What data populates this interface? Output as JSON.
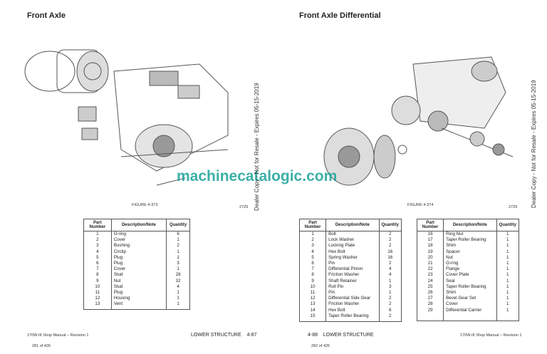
{
  "left_page": {
    "title": "Front Axle",
    "figure": "FIGURE 4-373",
    "figure_code": "2729",
    "table": {
      "headers": [
        "Part\nNumber",
        "Description/Note",
        "Quantity"
      ],
      "rows": [
        [
          "1",
          "O-ring",
          "6"
        ],
        [
          "2",
          "Cover",
          "1"
        ],
        [
          "3",
          "Bushing",
          "2"
        ],
        [
          "4",
          "Circlip",
          "1"
        ],
        [
          "5",
          "Plug",
          "1"
        ],
        [
          "6",
          "Plug",
          "3"
        ],
        [
          "7",
          "Cover",
          "1"
        ],
        [
          "8",
          "Stud",
          "28"
        ],
        [
          "9",
          "Nut",
          "32"
        ],
        [
          "10",
          "Stud",
          "4"
        ],
        [
          "11",
          "Plug",
          "1"
        ],
        [
          "12",
          "Housing",
          "1"
        ],
        [
          "13",
          "Vent",
          "1"
        ]
      ]
    },
    "footer_manual": "170W-III Shop Manual – Revision 1",
    "footer_section": "LOWER STRUCTURE    4-87",
    "footer_page": "281 of 426"
  },
  "right_page": {
    "title": "Front Axle Differential",
    "figure": "FIGURE 4-374",
    "figure_code": "2729",
    "table1": {
      "rows": [
        [
          "1",
          "Bolt",
          "2"
        ],
        [
          "2",
          "Lock Washer",
          "2"
        ],
        [
          "3",
          "Locking Plate",
          "2"
        ],
        [
          "4",
          "Hex Bolt",
          "16"
        ],
        [
          "5",
          "Spring Washer",
          "16"
        ],
        [
          "6",
          "Pin",
          "2"
        ],
        [
          "7",
          "Differential Pinion",
          "4"
        ],
        [
          "8",
          "Friction Washer",
          "4"
        ],
        [
          "9",
          "Shaft Retainer",
          "1"
        ],
        [
          "10",
          "Roll Pin",
          "3"
        ],
        [
          "11",
          "Pin",
          "1"
        ],
        [
          "12",
          "Differential Side Gear",
          "2"
        ],
        [
          "13",
          "Friction Washer",
          "2"
        ],
        [
          "14",
          "Hex Bolt",
          "8"
        ],
        [
          "15",
          "Taper Roller Bearing",
          "2"
        ]
      ]
    },
    "table2": {
      "rows": [
        [
          "16",
          "Ring Nut",
          "1"
        ],
        [
          "17",
          "Taper Roller Bearing",
          "1"
        ],
        [
          "18",
          "Shim",
          "1"
        ],
        [
          "19",
          "Spacer",
          "1"
        ],
        [
          "20",
          "Nut",
          "1"
        ],
        [
          "21",
          "O-ring",
          "1"
        ],
        [
          "22",
          "Flange",
          "1"
        ],
        [
          "23",
          "Cover Plate",
          "1"
        ],
        [
          "24",
          "Seal",
          "1"
        ],
        [
          "25",
          "Taper Roller Bearing",
          "1"
        ],
        [
          "26",
          "Shim",
          "1"
        ],
        [
          "27",
          "Bevel Gear Set",
          "1"
        ],
        [
          "28",
          "Cover",
          "1"
        ],
        [
          "29",
          "Differential Carrier",
          "1"
        ]
      ]
    },
    "footer_section": "4-88    LOWER STRUCTURE",
    "footer_manual": "170W-III Shop Manual – Revision 1",
    "footer_page": "282 of 426"
  },
  "headers": {
    "part": "Part Number",
    "desc": "Description/Note",
    "qty": "Quantity"
  },
  "stamp": "Dealer Copy - Not for Resale - Expires 05-15-2019",
  "watermark": "machinecatalogic.com"
}
